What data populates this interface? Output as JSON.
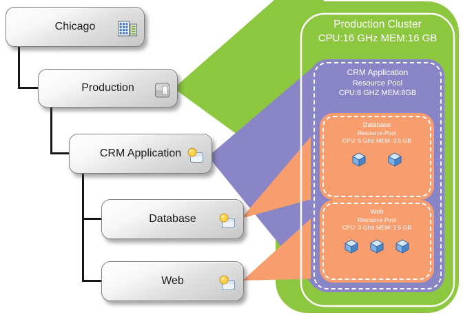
{
  "tree": {
    "nodes": [
      {
        "label": "Chicago",
        "icon": "datacenter-icon"
      },
      {
        "label": "Production",
        "icon": "host-icon"
      },
      {
        "label": "CRM Application",
        "icon": "resource-pool-icon"
      },
      {
        "label": "Database",
        "icon": "resource-pool-icon"
      },
      {
        "label": "Web",
        "icon": "resource-pool-icon"
      }
    ]
  },
  "cluster": {
    "title": "Production Cluster",
    "stats": "CPU:16 GHz MEM:16 GB",
    "crm_pool": {
      "title": "CRM Application",
      "subtitle": "Resource Pool",
      "stats": "CPU:8 GHZ MEM:8GB",
      "pools": [
        {
          "title": "Database",
          "subtitle": "Resource Pool",
          "stats": "CPU: 5 GHz MEM: 3.5 GB",
          "vm_count": 2,
          "vm_icon": "vm-icon"
        },
        {
          "title": "Web",
          "subtitle": "Resource Pool",
          "stats": "CPU: 3 GHz MEM: 2,5 GB",
          "vm_count": 3,
          "vm_icon": "vm-icon"
        }
      ]
    }
  },
  "colors": {
    "cluster_green": "#8DC63F",
    "pool_purple": "#8A85C6",
    "pool_orange": "#F79D6E"
  }
}
